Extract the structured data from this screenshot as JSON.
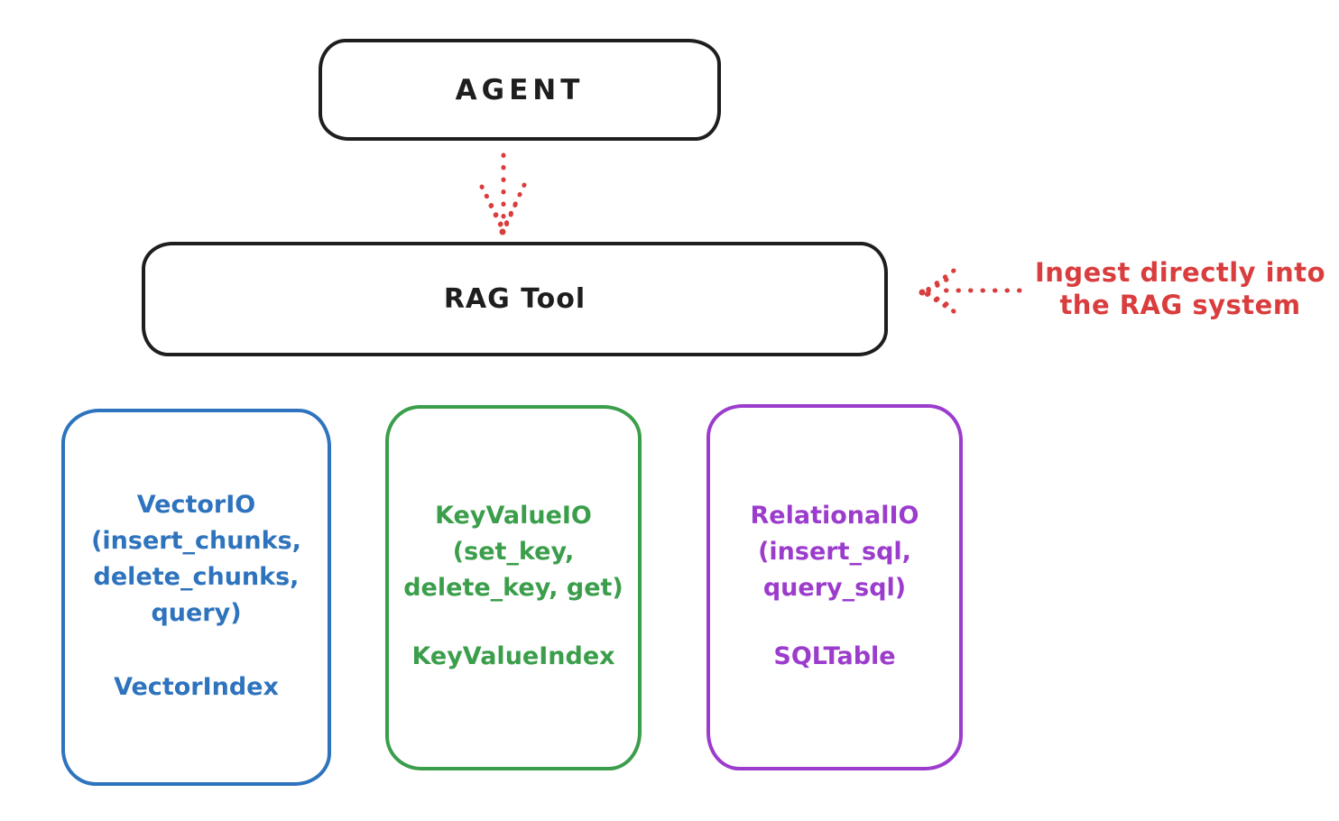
{
  "colors": {
    "ink_black": "#1e1e1e",
    "arrow_red": "#d93d3d",
    "vector_blue": "#2e73bd",
    "keyvalue_green": "#3b9e4b",
    "relational_purple": "#9c3ccd",
    "background": "#ffffff"
  },
  "agent": {
    "label": "AGENT"
  },
  "rag_tool": {
    "label": "RAG Tool"
  },
  "annotation": {
    "line1": "Ingest directly into",
    "line2": "the RAG system"
  },
  "backends": [
    {
      "name": "vector-io",
      "color": "#2e73bd",
      "lines": [
        "VectorIO",
        "(insert_chunks,",
        "delete_chunks,",
        "query)"
      ],
      "index": "VectorIndex"
    },
    {
      "name": "keyvalue-io",
      "color": "#3b9e4b",
      "lines": [
        "KeyValueIO",
        "(set_key,",
        "delete_key, get)"
      ],
      "index": "KeyValueIndex"
    },
    {
      "name": "relational-io",
      "color": "#9c3ccd",
      "lines": [
        "RelationalIO",
        "(insert_sql,",
        "query_sql)"
      ],
      "index": "SQLTable"
    }
  ]
}
